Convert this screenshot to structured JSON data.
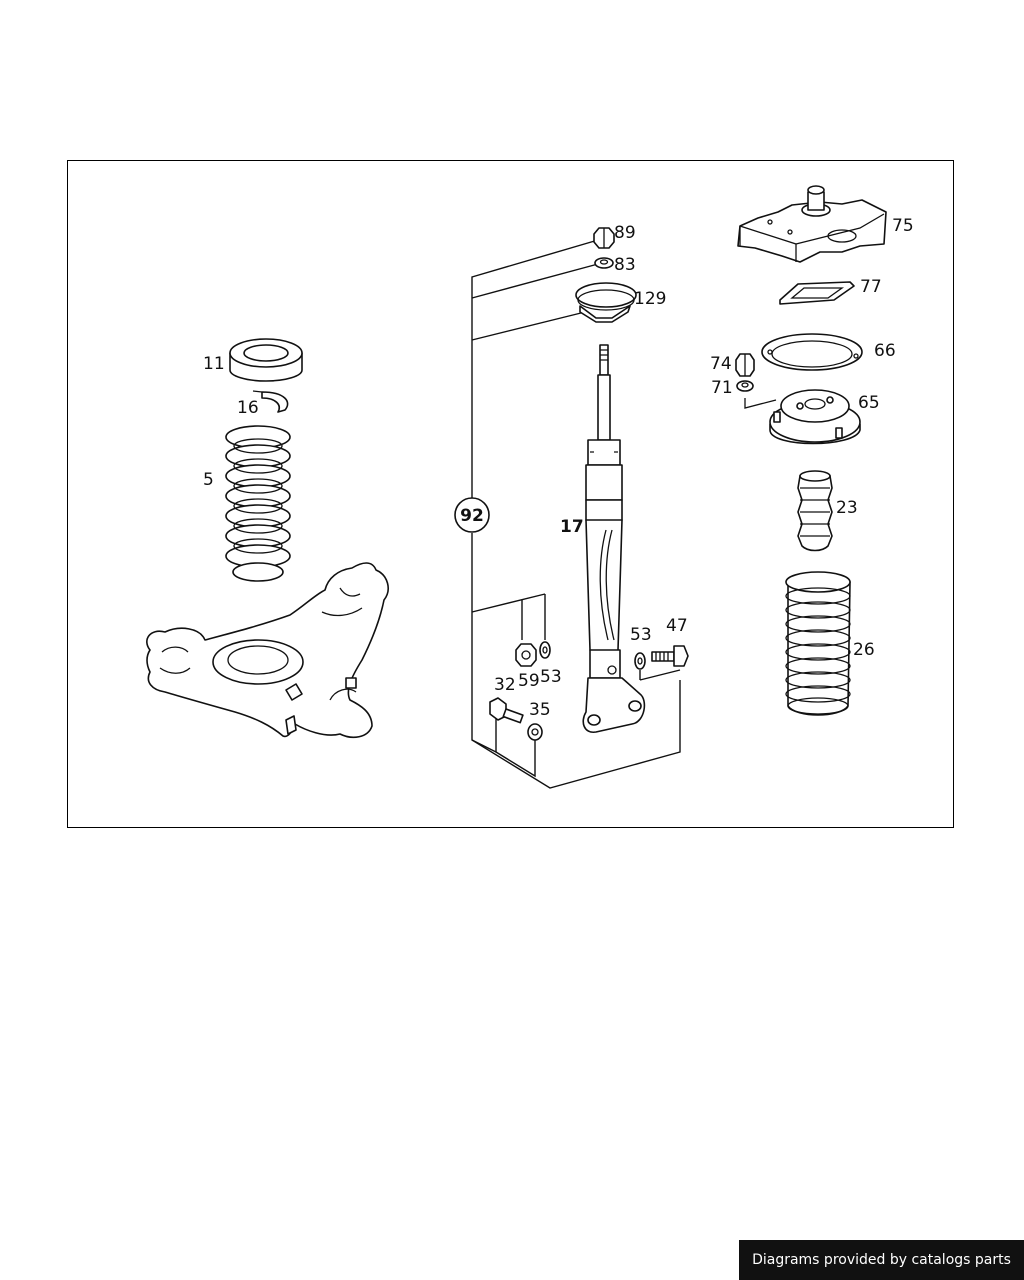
{
  "diagram": {
    "callouts": {
      "p11": "11",
      "p16": "16",
      "p5": "5",
      "p89": "89",
      "p83": "83",
      "p129": "129",
      "p92": "92",
      "p17": "17",
      "p53a": "53",
      "p47": "47",
      "p59": "59",
      "p53b": "53",
      "p32": "32",
      "p35": "35",
      "p75": "75",
      "p77": "77",
      "p66": "66",
      "p74": "74",
      "p71": "71",
      "p65": "65",
      "p23": "23",
      "p26": "26"
    }
  },
  "footer": {
    "text": "Diagrams provided by catalogs parts"
  }
}
